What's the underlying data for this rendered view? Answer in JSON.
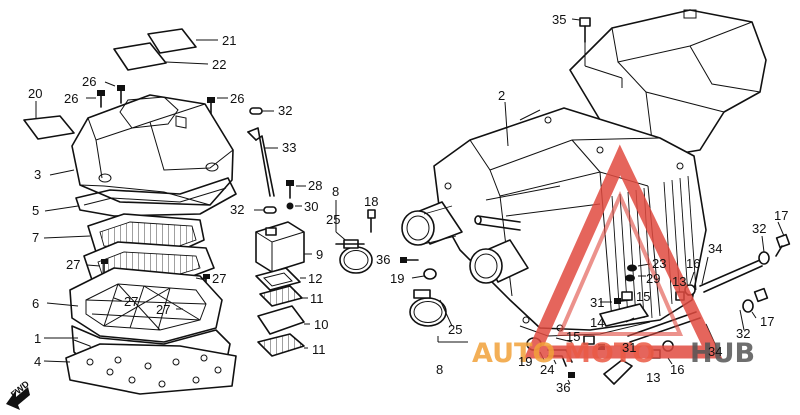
{
  "diagram": {
    "fwd_label": "FWD",
    "watermark": {
      "text_a": "AUTO",
      "text_b": "MOTO",
      "text_c": "HUB",
      "color_triangle": "#e04a3f",
      "color_auto": "#f2a23a",
      "color_moto": "#ea5a45",
      "color_hub": "#555555"
    },
    "callouts": [
      {
        "id": "c35a",
        "text": "35"
      },
      {
        "id": "c21",
        "text": "21"
      },
      {
        "id": "c22",
        "text": "22"
      },
      {
        "id": "c26a",
        "text": "26"
      },
      {
        "id": "c26b",
        "text": "26"
      },
      {
        "id": "c26c",
        "text": "26"
      },
      {
        "id": "c20",
        "text": "20"
      },
      {
        "id": "c32a",
        "text": "32"
      },
      {
        "id": "c33",
        "text": "33"
      },
      {
        "id": "c2",
        "text": "2"
      },
      {
        "id": "c3",
        "text": "3"
      },
      {
        "id": "c28",
        "text": "28"
      },
      {
        "id": "c30",
        "text": "30"
      },
      {
        "id": "c32b",
        "text": "32"
      },
      {
        "id": "c8a",
        "text": "8"
      },
      {
        "id": "c25a",
        "text": "25"
      },
      {
        "id": "c18",
        "text": "18"
      },
      {
        "id": "c5",
        "text": "5"
      },
      {
        "id": "c7",
        "text": "7"
      },
      {
        "id": "c9",
        "text": "9"
      },
      {
        "id": "c27a",
        "text": "27"
      },
      {
        "id": "c27b",
        "text": "27"
      },
      {
        "id": "c27c",
        "text": "27"
      },
      {
        "id": "c27d",
        "text": "27"
      },
      {
        "id": "c12",
        "text": "12"
      },
      {
        "id": "c11a",
        "text": "11"
      },
      {
        "id": "c10",
        "text": "10"
      },
      {
        "id": "c11b",
        "text": "11"
      },
      {
        "id": "c6",
        "text": "6"
      },
      {
        "id": "c1",
        "text": "1"
      },
      {
        "id": "c4",
        "text": "4"
      },
      {
        "id": "c36a",
        "text": "36"
      },
      {
        "id": "c19a",
        "text": "19"
      },
      {
        "id": "c25b",
        "text": "25"
      },
      {
        "id": "c8b",
        "text": "8"
      },
      {
        "id": "c23",
        "text": "23"
      },
      {
        "id": "c29",
        "text": "29"
      },
      {
        "id": "c31a",
        "text": "31"
      },
      {
        "id": "c15a",
        "text": "15"
      },
      {
        "id": "c14",
        "text": "14"
      },
      {
        "id": "c15b",
        "text": "15"
      },
      {
        "id": "c31b",
        "text": "31"
      },
      {
        "id": "c19b",
        "text": "19"
      },
      {
        "id": "c24",
        "text": "24"
      },
      {
        "id": "c36b",
        "text": "36"
      },
      {
        "id": "c13a",
        "text": "13"
      },
      {
        "id": "c16a",
        "text": "16"
      },
      {
        "id": "c34a",
        "text": "34"
      },
      {
        "id": "c32c",
        "text": "32"
      },
      {
        "id": "c17a",
        "text": "17"
      },
      {
        "id": "c13b",
        "text": "13"
      },
      {
        "id": "c16b",
        "text": "16"
      },
      {
        "id": "c34b",
        "text": "34"
      },
      {
        "id": "c32d",
        "text": "32"
      },
      {
        "id": "c17b",
        "text": "17"
      }
    ]
  }
}
